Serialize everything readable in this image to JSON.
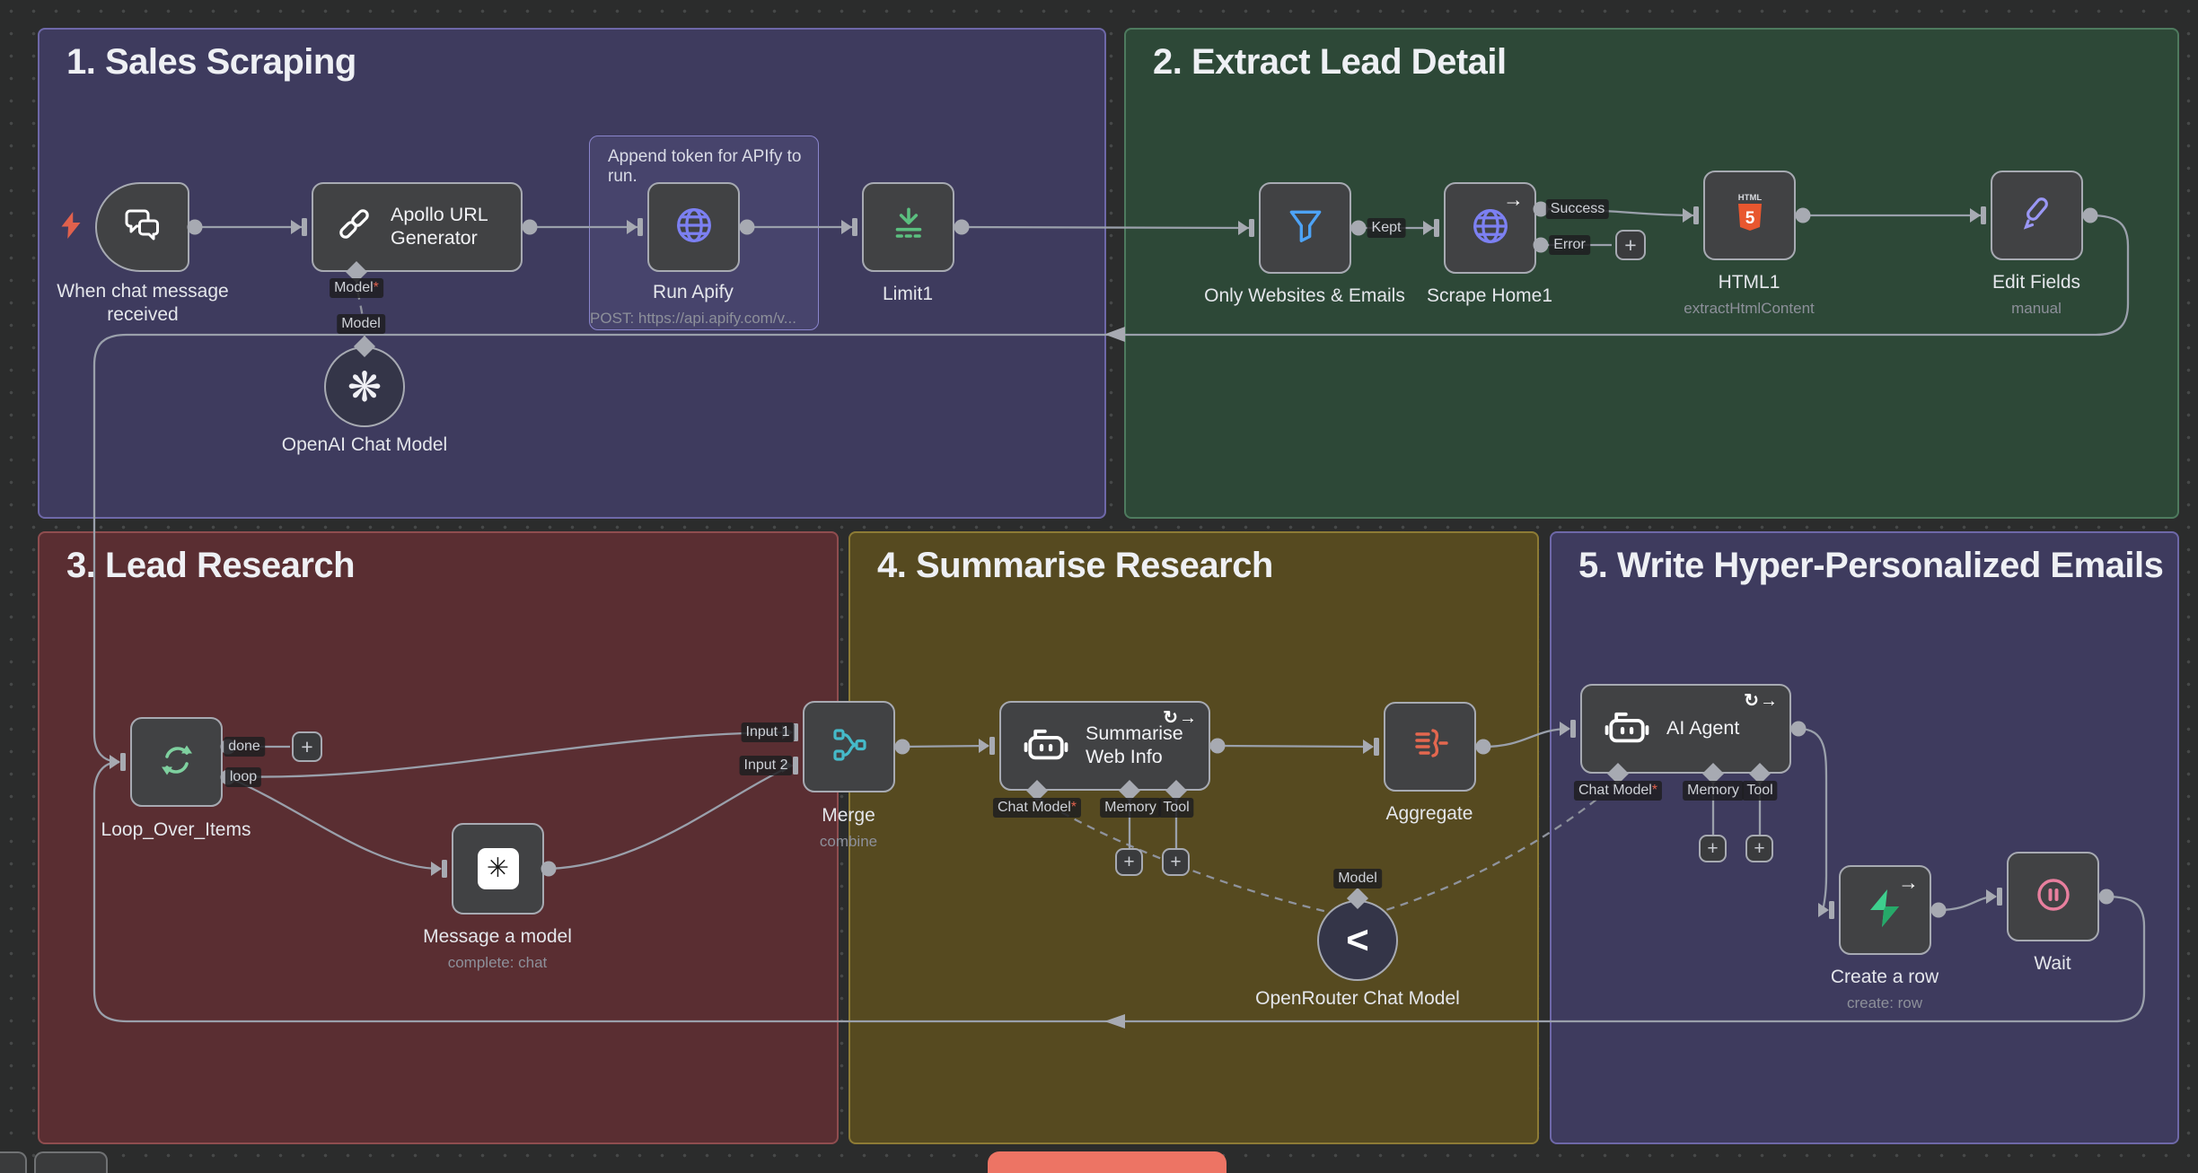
{
  "sections": {
    "s1": {
      "title": "1. Sales Scraping",
      "bg": "#3e3b5e",
      "border": "#6e68a8"
    },
    "s2": {
      "title": "2. Extract Lead Detail",
      "bg": "#2d4837",
      "border": "#4e7a5e"
    },
    "s3": {
      "title": "3. Lead Research",
      "bg": "#5a2e32",
      "border": "#8f4d4f"
    },
    "s4": {
      "title": "4. Summarise Research",
      "bg": "#564a20",
      "border": "#8d7b35"
    },
    "s5": {
      "title": "5. Write Hyper-Personalized Emails",
      "bg": "#3e3b5e",
      "border": "#6e68a8"
    }
  },
  "sticky_note": {
    "text": "Append token for APIfy to run."
  },
  "nodes": {
    "when_chat": {
      "label": "When chat message received"
    },
    "apollo": {
      "label": "Apollo URL Generator"
    },
    "run_apify": {
      "label": "Run Apify",
      "sublabel": "POST: https://api.apify.com/v..."
    },
    "limit1": {
      "label": "Limit1"
    },
    "only_websites": {
      "label": "Only Websites & Emails"
    },
    "scrape_home1": {
      "label": "Scrape Home1"
    },
    "html1": {
      "label": "HTML1",
      "sublabel": "extractHtmlContent"
    },
    "edit_fields": {
      "label": "Edit Fields",
      "sublabel": "manual"
    },
    "openai_chat_model": {
      "label": "OpenAI Chat Model"
    },
    "loop_over_items": {
      "label": "Loop_Over_Items"
    },
    "message_a_model": {
      "label": "Message a model",
      "sublabel": "complete: chat"
    },
    "merge": {
      "label": "Merge",
      "sublabel": "combine"
    },
    "summarise_web_info": {
      "label": "Summarise Web Info"
    },
    "aggregate": {
      "label": "Aggregate"
    },
    "openrouter_chat_model": {
      "label": "OpenRouter Chat Model"
    },
    "ai_agent": {
      "label": "AI Agent"
    },
    "create_a_row": {
      "label": "Create a row",
      "sublabel": "create: row"
    },
    "wait": {
      "label": "Wait"
    }
  },
  "chips": {
    "kept": "Kept",
    "success": "Success",
    "error": "Error",
    "done": "done",
    "loop": "loop",
    "input1": "Input 1",
    "input2": "Input 2",
    "model": "Model",
    "chat_model": "Chat Model",
    "memory": "Memory",
    "tool": "Tool",
    "asterisk": "*"
  },
  "glyphs": {
    "plus": "+",
    "arrow": "→",
    "refresh": "↻",
    "openai": "❋",
    "message_model": "✳",
    "openrouter": "<"
  },
  "colors": {
    "canvas": "#2b2c2c",
    "node_bg": "#414244",
    "node_border": "#a7aab2",
    "edge": "#9aa0ab",
    "trigger_bolt": "#e0614d",
    "globe_icon": "#7c80f2",
    "limit_icon": "#5bbf7f",
    "filter_icon": "#4da3f7",
    "html5_icon": "#e8572f",
    "pencil_icon": "#9a97f5",
    "loop_icon": "#7ed09f",
    "merge_icon": "#45bac9",
    "aggregate_icon": "#e4674f",
    "supabase_icon": "#3ecf8e",
    "wait_icon": "#e87f9e",
    "required_asterisk": "#e0614d",
    "bottom_button": "#ed7464"
  }
}
